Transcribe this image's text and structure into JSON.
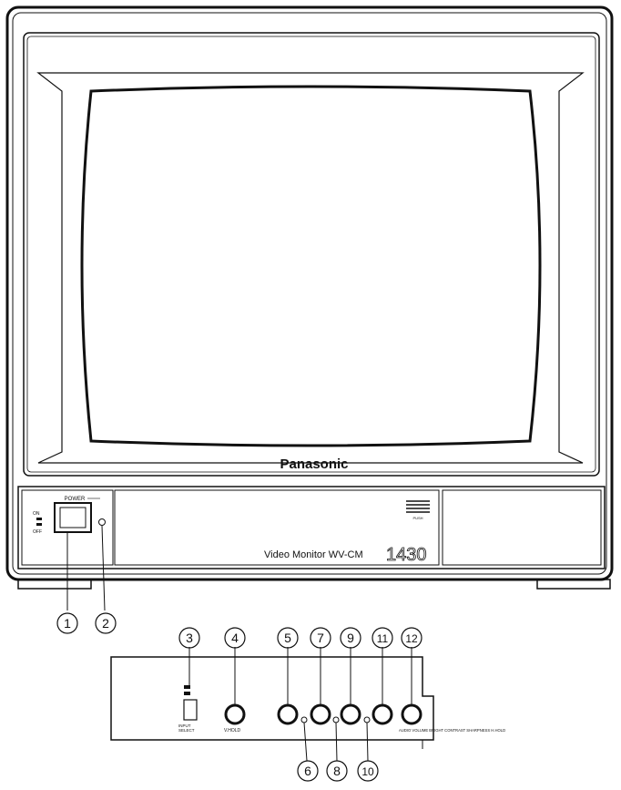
{
  "brand": "Panasonic",
  "model": {
    "label": "Video Monitor WV-CM",
    "number": "1430"
  },
  "front_panel": {
    "power_label": "POWER",
    "on_label": "ON",
    "off_label": "OFF",
    "speaker_label": "PUSH"
  },
  "sub_panel": {
    "input_select_label": "INPUT\nSELECT",
    "vhold_label": "V.HOLD",
    "knob_labels_text": "AUDIO VOLUME  BRIGHT  CONTRAST  SHARPNESS  H.HOLD"
  },
  "callouts": {
    "c1": "1",
    "c2": "2",
    "c3": "3",
    "c4": "4",
    "c5": "5",
    "c6": "6",
    "c7": "7",
    "c8": "8",
    "c9": "9",
    "c10": "10",
    "c11": "11",
    "c12": "12"
  },
  "colors": {
    "outline": "#111111",
    "background": "#ffffff",
    "shade": "#e8e8e8"
  }
}
